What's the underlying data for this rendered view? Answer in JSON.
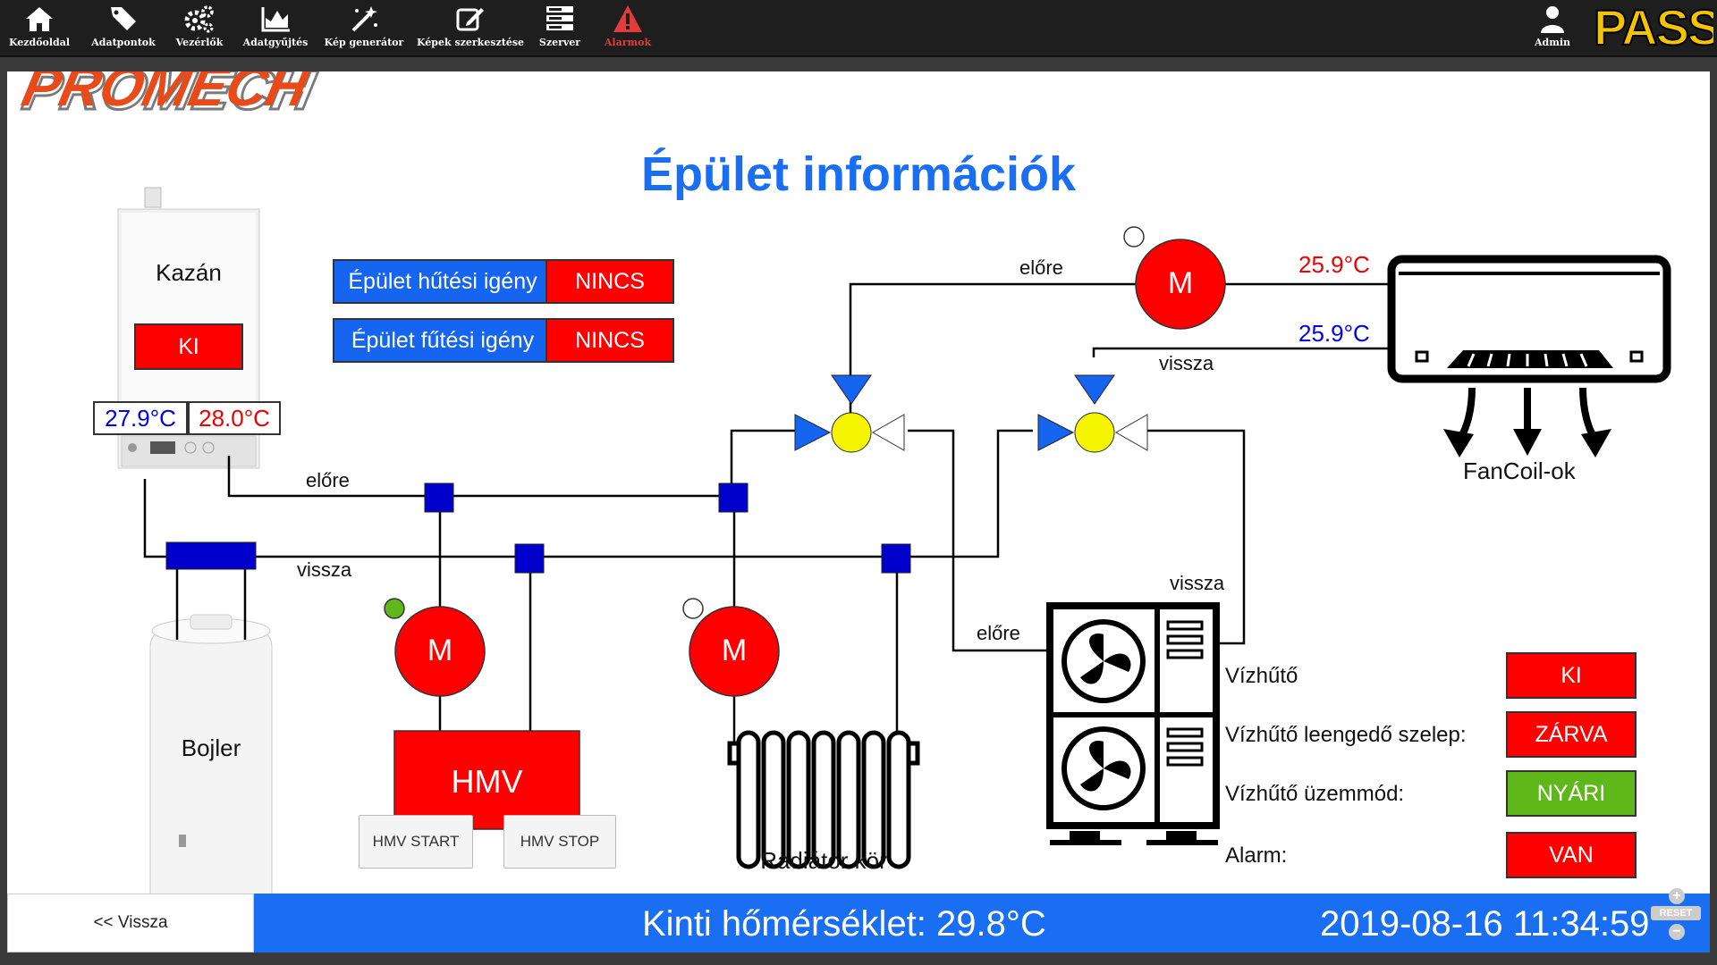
{
  "nav": {
    "items": [
      {
        "label": "Kezdőoldal",
        "icon": "home-icon"
      },
      {
        "label": "Adatpontok",
        "icon": "tags-icon"
      },
      {
        "label": "Vezérlők",
        "icon": "gears-icon"
      },
      {
        "label": "Adatgyűjtés",
        "icon": "area-chart-icon"
      },
      {
        "label": "Kép generátor",
        "icon": "magic-wand-icon"
      },
      {
        "label": "Képek szerkesztése",
        "icon": "edit-icon"
      },
      {
        "label": "Szerver",
        "icon": "server-icon"
      },
      {
        "label": "Alarmok",
        "icon": "alarm-warning-icon"
      }
    ],
    "user": {
      "label": "Admin",
      "icon": "user-icon"
    },
    "brand": "PASS"
  },
  "logo": "PROMECH",
  "page": {
    "title": "Épület információk"
  },
  "boiler": {
    "name": "Kazán",
    "state": "KI",
    "temp_supply": "27.9°C",
    "temp_return": "28.0°C"
  },
  "demand": {
    "cooling_label": "Épület hűtési igény",
    "cooling_value": "NINCS",
    "heating_label": "Épület fűtési igény",
    "heating_value": "NINCS"
  },
  "pipes": {
    "elore": "előre",
    "vissza": "vissza"
  },
  "fancoil": {
    "supply_temp": "25.9°C",
    "return_temp": "25.9°C",
    "label": "FanCoil-ok"
  },
  "pump_label": "M",
  "tank": {
    "label": "Bojler"
  },
  "hmv": {
    "label": "HMV",
    "start": "HMV START",
    "stop": "HMV STOP"
  },
  "radiator": {
    "label": "Radiátor kör"
  },
  "chiller": {
    "rows": [
      {
        "label": "Vízhűtő",
        "value": "KI",
        "color": "#ff0000"
      },
      {
        "label": "Vízhűtő leengedő szelep:",
        "value": "ZÁRVA",
        "color": "#ff0000"
      },
      {
        "label": "Vízhűtő üzemmód:",
        "value": "NYÁRI",
        "color": "#5fb81a"
      },
      {
        "label": "Alarm:",
        "value": "VAN",
        "color": "#ff0000"
      }
    ]
  },
  "footer": {
    "back": "<< Vissza",
    "outdoor_temp": "Kinti hőmérséklet: 29.8°C",
    "datetime": "2019-08-16 11:34:59",
    "zoom_reset": "RESET"
  },
  "colors": {
    "accent": "#1a6ef2",
    "alarm": "#ff0000",
    "ok": "#5fb81a",
    "title": "#1a6ef2"
  }
}
